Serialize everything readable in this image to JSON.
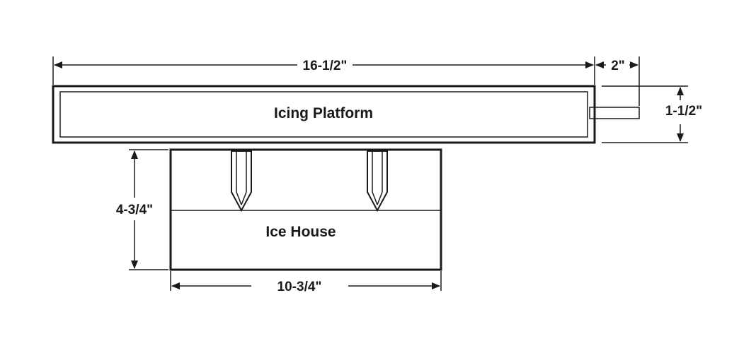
{
  "labels": {
    "platform": "Icing Platform",
    "house": "Ice House"
  },
  "dimensions": {
    "platform_length": "16-1/2\"",
    "spout_length": "2\"",
    "platform_height": "1-1/2\"",
    "house_height": "4-3/4\"",
    "house_width": "10-3/4\""
  },
  "colors": {
    "ink": "#1a1a1a",
    "background": "#ffffff"
  }
}
